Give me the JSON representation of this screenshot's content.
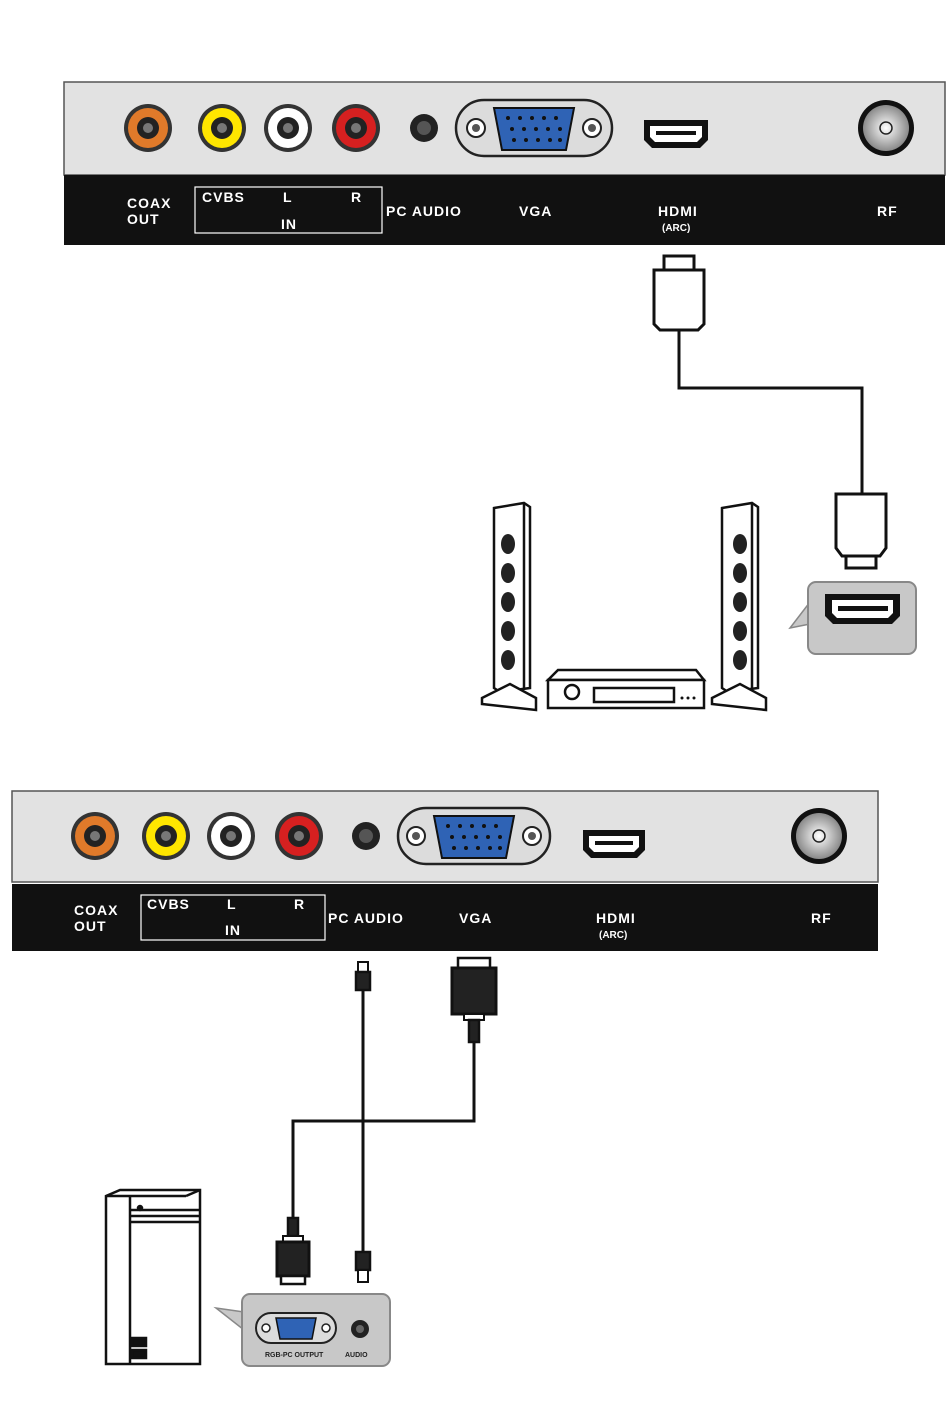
{
  "panel_labels": {
    "coax_line1": "COAX",
    "coax_line2": "OUT",
    "cvbs": "CVBS",
    "l": "L",
    "r": "R",
    "in": "IN",
    "pc_audio": "PC AUDIO",
    "vga": "VGA",
    "hdmi": "HDMI",
    "arc": "(ARC)",
    "rf": "RF"
  },
  "pc_port_labels": {
    "rgb_pc_output": "RGB-PC OUTPUT",
    "audio": "AUDIO"
  },
  "colors": {
    "coax": "#e07a2a",
    "cvbs": "#ffe600",
    "audio_l": "#ffffff",
    "audio_r": "#d62020",
    "vga_body": "#2f63b5",
    "panel": "#e2e2e2",
    "label_bar": "#111111"
  }
}
